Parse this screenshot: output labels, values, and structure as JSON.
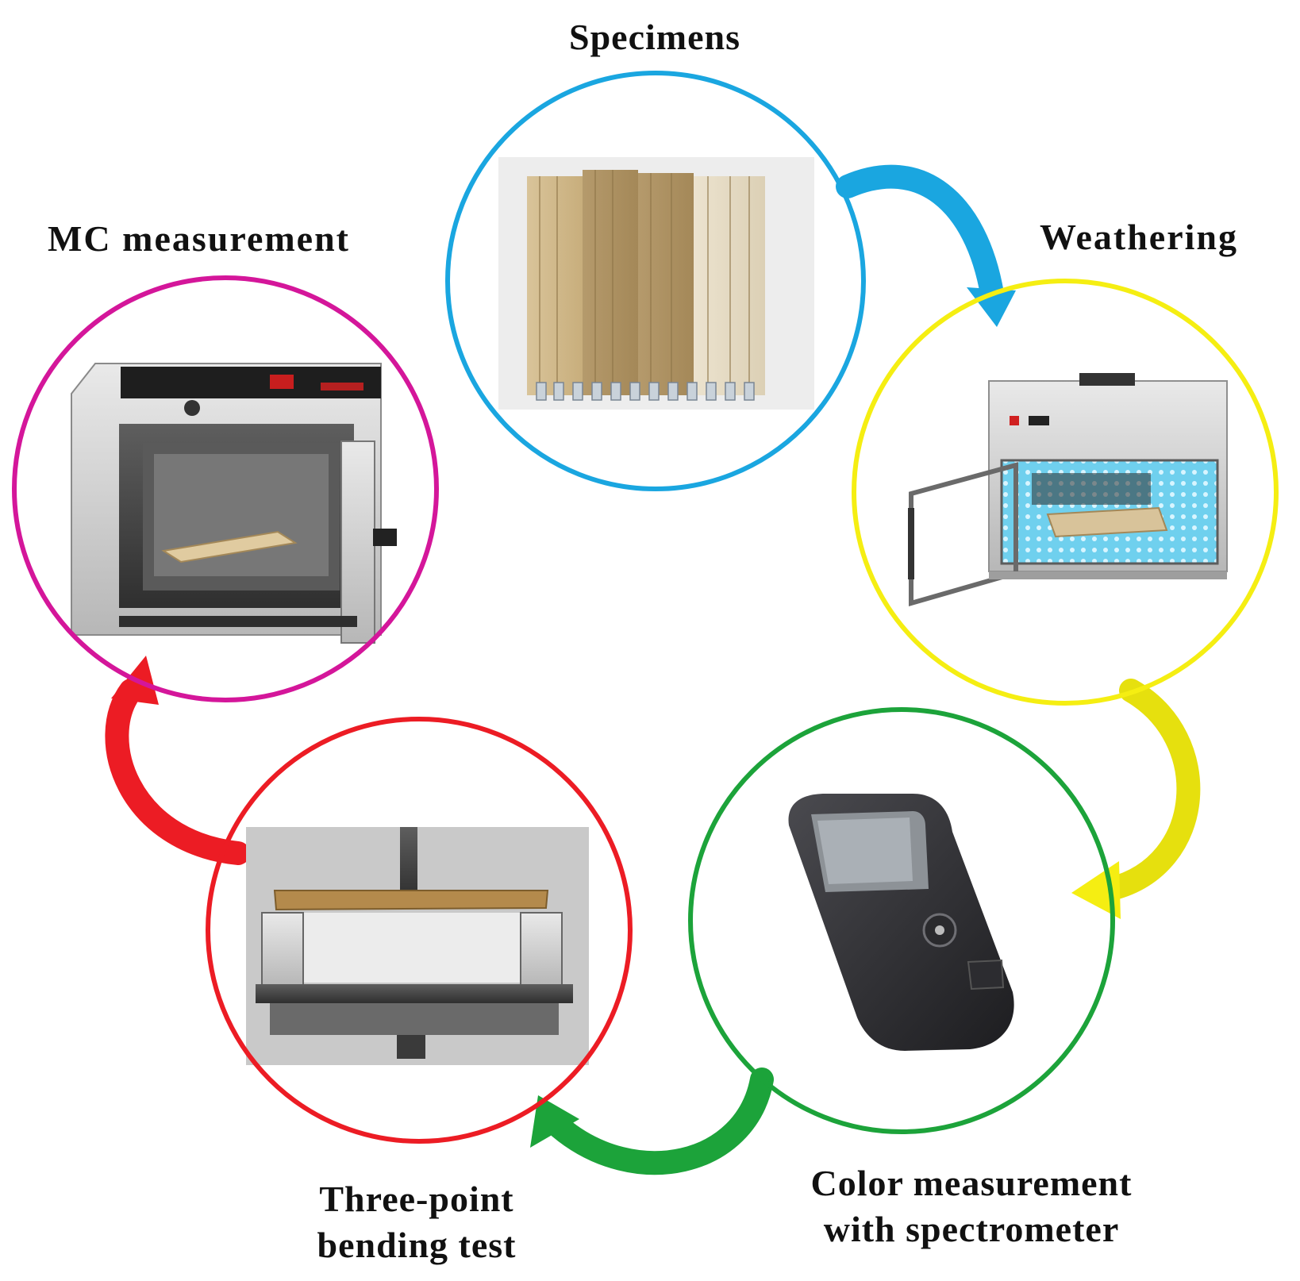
{
  "diagram": {
    "steps": [
      {
        "id": "specimens",
        "label_lines": [
          "Specimens"
        ],
        "ring_color": "#1aa6e0"
      },
      {
        "id": "weathering",
        "label_lines": [
          "Weathering"
        ],
        "ring_color": "#f5ee12"
      },
      {
        "id": "color",
        "label_lines": [
          "Color measurement",
          "with spectrometer"
        ],
        "ring_color": "#1ca33a"
      },
      {
        "id": "bending",
        "label_lines": [
          "Three-point",
          "bending test"
        ],
        "ring_color": "#ec1c24"
      },
      {
        "id": "mc",
        "label_lines": [
          "MC measurement"
        ],
        "ring_color": "#d4169a"
      }
    ],
    "arrows": [
      {
        "from": "specimens",
        "to": "weathering",
        "color": "#1aa6e0"
      },
      {
        "from": "weathering",
        "to": "color",
        "color": "#e6e00e"
      },
      {
        "from": "color",
        "to": "bending",
        "color": "#1ca33a"
      },
      {
        "from": "bending",
        "to": "mc",
        "color": "#ec1c24"
      }
    ]
  }
}
